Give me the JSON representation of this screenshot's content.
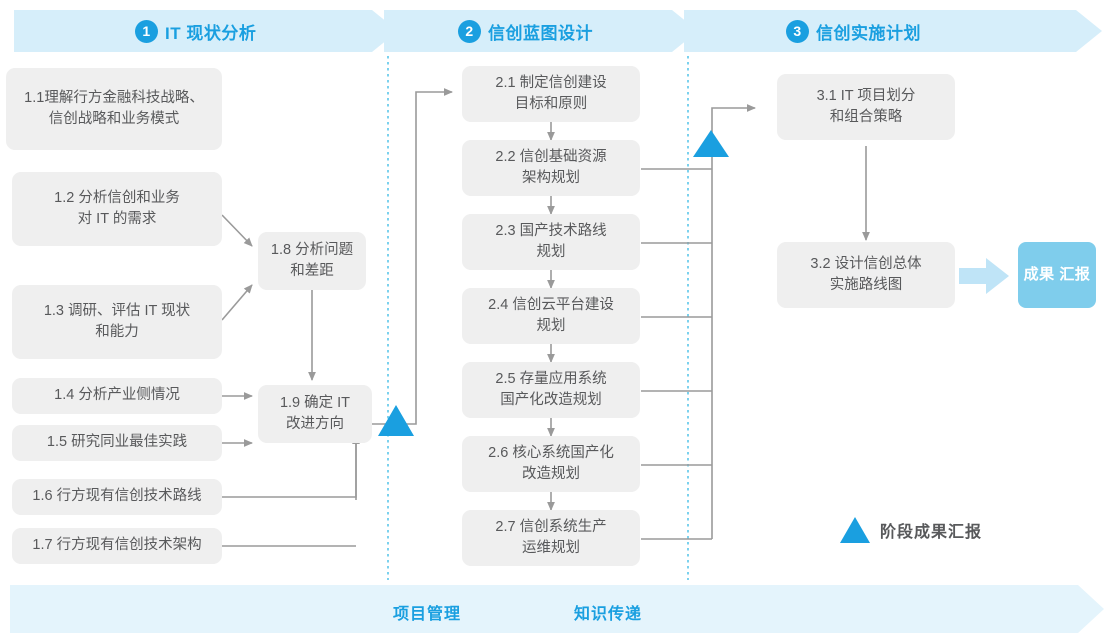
{
  "colors": {
    "accent": "#1a9fe0",
    "band_fill": "#d6eefa",
    "bottom_band_fill": "#e4f4fc",
    "box_fill": "#efefef",
    "box_text": "#58595b",
    "badge_fill": "#7fcdec",
    "connector": "#9a9a9a",
    "divider_dotted": "#5bc6ea"
  },
  "phases": [
    {
      "num": "1",
      "title": "IT 现状分析"
    },
    {
      "num": "2",
      "title": "信创蓝图设计"
    },
    {
      "num": "3",
      "title": "信创实施计划"
    }
  ],
  "phase1_tasks": [
    {
      "id": "1.1",
      "lines": [
        "1.1理解行方金融科技战略、",
        "信创战略和业务模式"
      ]
    },
    {
      "id": "1.2",
      "lines": [
        "1.2 分析信创和业务",
        "对 IT 的需求"
      ]
    },
    {
      "id": "1.3",
      "lines": [
        "1.3 调研、评估 IT 现状",
        "和能力"
      ]
    },
    {
      "id": "1.4",
      "lines": [
        "1.4 分析产业侧情况"
      ]
    },
    {
      "id": "1.5",
      "lines": [
        "1.5 研究同业最佳实践"
      ]
    },
    {
      "id": "1.6",
      "lines": [
        "1.6 行方现有信创技术路线"
      ]
    },
    {
      "id": "1.7",
      "lines": [
        "1.7 行方现有信创技术架构"
      ]
    },
    {
      "id": "1.8",
      "lines": [
        "1.8 分析问题",
        "和差距"
      ]
    },
    {
      "id": "1.9",
      "lines": [
        "1.9 确定 IT",
        "改进方向"
      ]
    }
  ],
  "phase2_tasks": [
    {
      "id": "2.1",
      "lines": [
        "2.1 制定信创建设",
        "目标和原则"
      ]
    },
    {
      "id": "2.2",
      "lines": [
        "2.2 信创基础资源",
        "架构规划"
      ]
    },
    {
      "id": "2.3",
      "lines": [
        "2.3 国产技术路线",
        "规划"
      ]
    },
    {
      "id": "2.4",
      "lines": [
        "2.4 信创云平台建设",
        "规划"
      ]
    },
    {
      "id": "2.5",
      "lines": [
        "2.5 存量应用系统",
        "国产化改造规划"
      ]
    },
    {
      "id": "2.6",
      "lines": [
        "2.6 核心系统国产化",
        "改造规划"
      ]
    },
    {
      "id": "2.7",
      "lines": [
        "2.7 信创系统生产",
        "运维规划"
      ]
    }
  ],
  "phase3_tasks": [
    {
      "id": "3.1",
      "lines": [
        "3.1 IT 项目划分",
        "和组合策略"
      ]
    },
    {
      "id": "3.2",
      "lines": [
        "3.2 设计信创总体",
        "实施路线图"
      ]
    }
  ],
  "result_badge": {
    "lines": [
      "成果",
      "汇报"
    ]
  },
  "legend": {
    "label": "阶段成果汇报",
    "marker": "triangle-marker"
  },
  "bottom_band": {
    "labels": [
      "项目管理",
      "知识传递"
    ]
  }
}
